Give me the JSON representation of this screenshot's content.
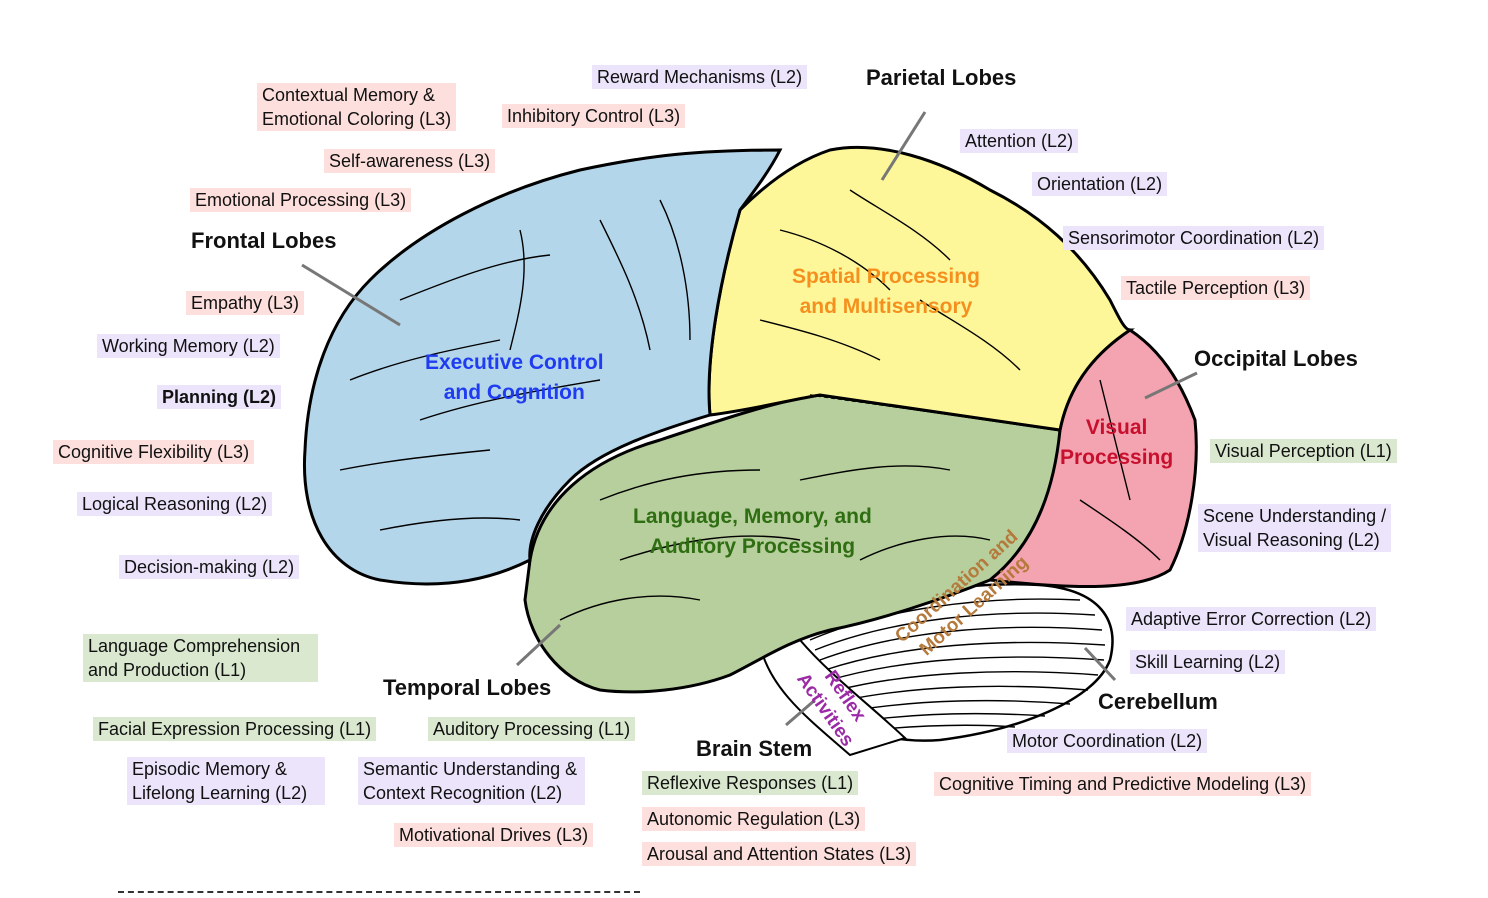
{
  "lobes": {
    "frontal": "Frontal Lobes",
    "parietal": "Parietal Lobes",
    "occipital": "Occipital Lobes",
    "temporal": "Temporal Lobes",
    "cerebellum": "Cerebellum",
    "brain_stem": "Brain Stem"
  },
  "regions": {
    "frontal": {
      "label": "Executive Control\nand Cognition",
      "color": "#1f3cf0",
      "fill": "#b4d6ea"
    },
    "parietal": {
      "label": "Spatial Processing\nand Multisensory",
      "color": "#f5901e",
      "fill": "#fdf79a"
    },
    "temporal": {
      "label": "Language, Memory, and\nAuditory Processing",
      "color": "#2f6e12",
      "fill": "#b6cf9c"
    },
    "occipital": {
      "label": "Visual\nProcessing",
      "color": "#c8102e",
      "fill": "#f4a3b0"
    },
    "cerebellum": {
      "label": "Coordination and\nMotor Learning",
      "color": "#b5793c"
    },
    "brain_stem": {
      "label": "Reflex\nActivities",
      "color": "#9b2aa6"
    }
  },
  "level_colors": {
    "L1": "#d9e8cf",
    "L2": "#ebe4fb",
    "L3": "#fde0dd"
  },
  "tags": {
    "frontal": [
      {
        "text": "Contextual Memory &\nEmotional Coloring (L3)",
        "level": "L3"
      },
      {
        "text": "Self-awareness (L3)",
        "level": "L3"
      },
      {
        "text": "Emotional Processing (L3)",
        "level": "L3"
      },
      {
        "text": "Empathy (L3)",
        "level": "L3"
      },
      {
        "text": "Working Memory (L2)",
        "level": "L2"
      },
      {
        "text": "Planning (L2)",
        "level": "L2"
      },
      {
        "text": "Cognitive Flexibility (L3)",
        "level": "L3"
      },
      {
        "text": "Logical Reasoning (L2)",
        "level": "L2"
      },
      {
        "text": "Decision-making (L2)",
        "level": "L2"
      },
      {
        "text": "Reward Mechanisms (L2)",
        "level": "L2"
      },
      {
        "text": "Inhibitory Control (L3)",
        "level": "L3"
      }
    ],
    "parietal": [
      {
        "text": "Attention (L2)",
        "level": "L2"
      },
      {
        "text": "Orientation (L2)",
        "level": "L2"
      },
      {
        "text": "Sensorimotor Coordination (L2)",
        "level": "L2"
      },
      {
        "text": "Tactile Perception (L3)",
        "level": "L3"
      }
    ],
    "occipital": [
      {
        "text": "Visual Perception (L1)",
        "level": "L1"
      },
      {
        "text": "Scene Understanding /\nVisual Reasoning (L2)",
        "level": "L2"
      }
    ],
    "cerebellum": [
      {
        "text": "Adaptive Error Correction (L2)",
        "level": "L2"
      },
      {
        "text": "Skill Learning (L2)",
        "level": "L2"
      },
      {
        "text": "Motor Coordination (L2)",
        "level": "L2"
      },
      {
        "text": "Cognitive Timing and Predictive Modeling (L3)",
        "level": "L3"
      }
    ],
    "temporal": [
      {
        "text": "Language Comprehension\nand Production (L1)",
        "level": "L1"
      },
      {
        "text": "Facial Expression Processing (L1)",
        "level": "L1"
      },
      {
        "text": "Auditory Processing (L1)",
        "level": "L1"
      },
      {
        "text": "Episodic Memory &\nLifelong Learning (L2)",
        "level": "L2"
      },
      {
        "text": "Semantic Understanding &\nContext Recognition (L2)",
        "level": "L2"
      },
      {
        "text": "Motivational Drives (L3)",
        "level": "L3"
      }
    ],
    "brain_stem": [
      {
        "text": "Reflexive Responses (L1)",
        "level": "L1"
      },
      {
        "text": "Autonomic Regulation (L3)",
        "level": "L3"
      },
      {
        "text": "Arousal and Attention States (L3)",
        "level": "L3"
      }
    ]
  }
}
